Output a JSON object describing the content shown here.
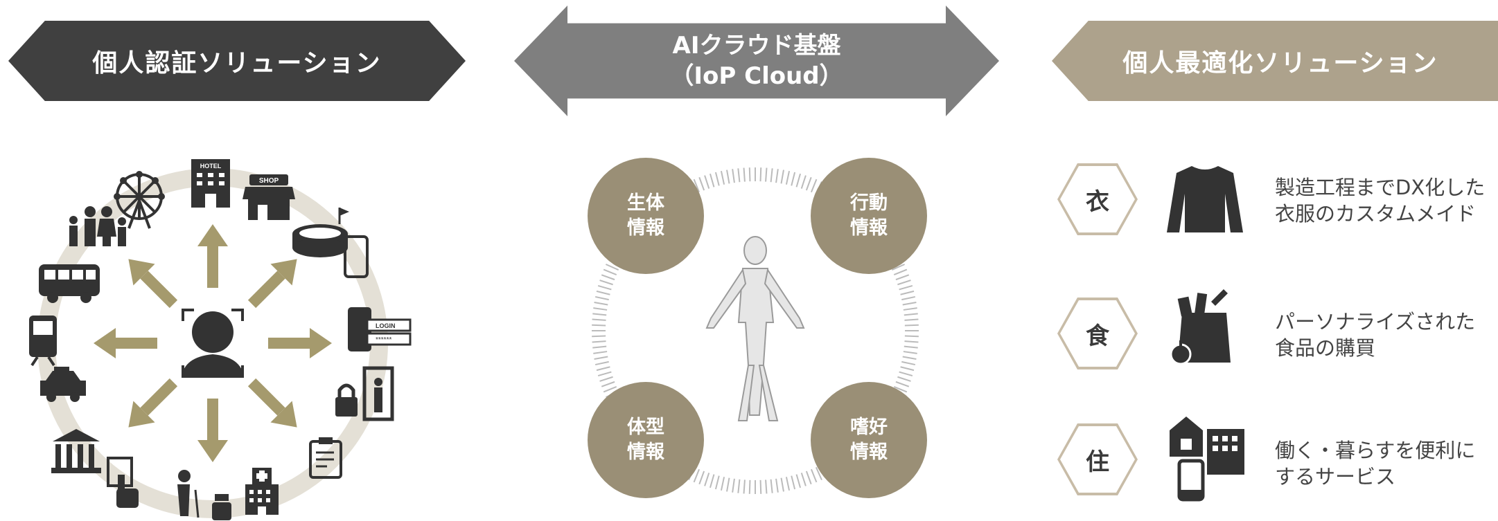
{
  "left": {
    "title": "個人認証ソリューション"
  },
  "center": {
    "title_line1": "AIクラウド基盤",
    "title_line2": "（IoP Cloud）",
    "circles": [
      {
        "line1": "生体",
        "line2": "情報"
      },
      {
        "line1": "行動",
        "line2": "情報"
      },
      {
        "line1": "体型",
        "line2": "情報"
      },
      {
        "line1": "嗜好",
        "line2": "情報"
      }
    ]
  },
  "right": {
    "title": "個人最適化ソリューション",
    "items": [
      {
        "symbol": "衣",
        "line1": "製造工程までDX化した",
        "line2": "衣服のカスタムメイド"
      },
      {
        "symbol": "食",
        "line1": "パーソナライズされた",
        "line2": "食品の購買"
      },
      {
        "symbol": "住",
        "line1": "働く・暮らすを便利に",
        "line2": "するサービス"
      }
    ]
  },
  "icon_labels": {
    "hotel": "HOTEL",
    "shop": "SHOP",
    "login": "LOGIN",
    "password": "******"
  },
  "colors": {
    "dark": "#404040",
    "grey": "#7f7f7f",
    "taupe": "#ada28c",
    "accent": "#9a8f76",
    "arrow": "#a59a6d",
    "ring": "#e4e0d6"
  }
}
